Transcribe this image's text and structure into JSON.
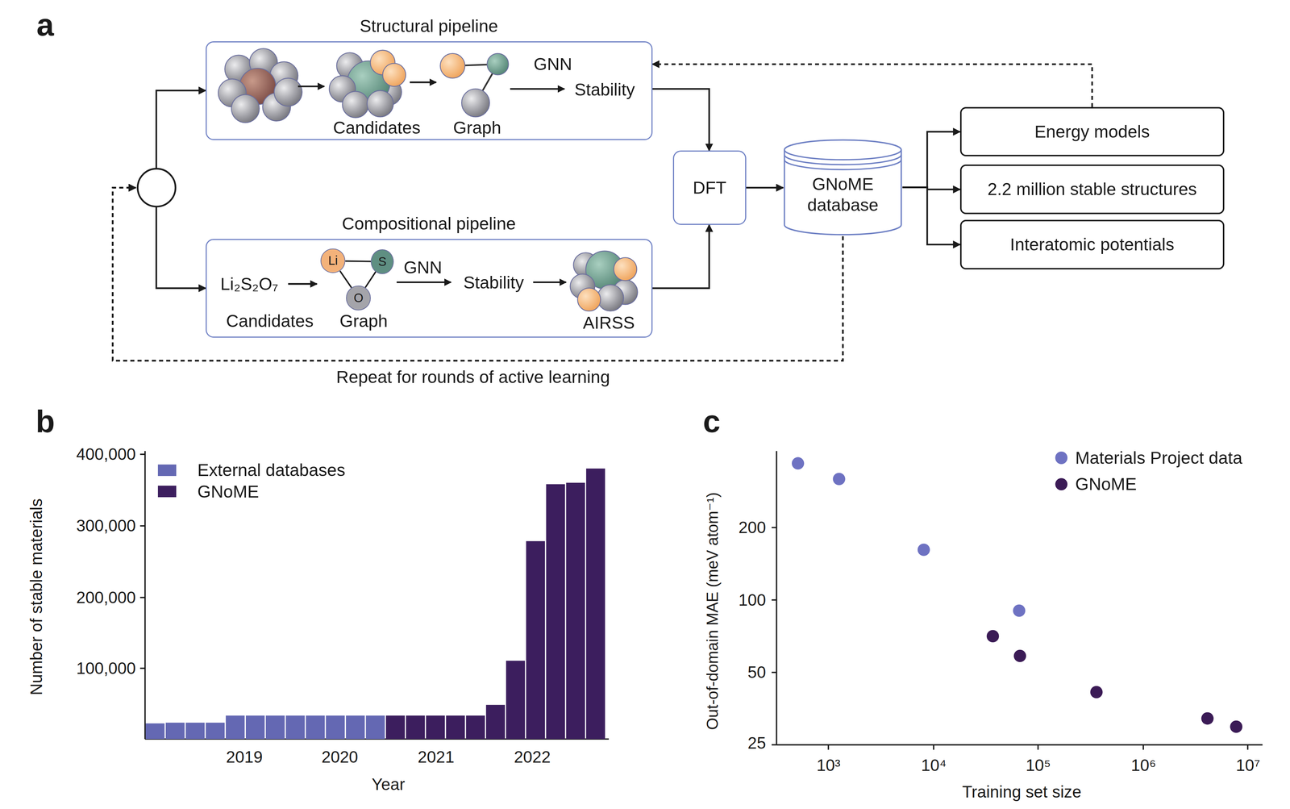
{
  "diagram": {
    "nodes": [
      {
        "text": [
          "Structural pipeline"
        ]
      },
      {
        "text": [
          "Compositional pipeline"
        ]
      },
      {
        "text": [
          "DFT"
        ]
      },
      {
        "text": [
          "GNoME database"
        ]
      },
      {
        "text": [
          "Energy models"
        ]
      },
      {
        "text": [
          "2.2 million stable structures"
        ]
      },
      {
        "text": [
          "Interatomic potentials"
        ]
      },
      {
        "text": [
          "Li"
        ],
        "in": 1
      },
      {
        "text": [
          "S"
        ],
        "in": 1
      },
      {
        "text": [
          "O"
        ],
        "in": 1
      }
    ],
    "edges": [
      {
        "from": 0,
        "to": 2,
        "arrow": "to"
      },
      {
        "from": 1,
        "to": 2,
        "arrow": "to"
      },
      {
        "from": 2,
        "to": 3,
        "arrow": "to"
      },
      {
        "from": 3,
        "to": 4,
        "arrow": "to"
      },
      {
        "from": 3,
        "to": 5,
        "arrow": "to"
      },
      {
        "from": 3,
        "to": 6,
        "arrow": "to"
      },
      {
        "from": 4,
        "to": 0,
        "arrow": "to"
      },
      {
        "from": 3,
        "to": 0,
        "arrow": "to"
      },
      {
        "from": 3,
        "to": 1,
        "label": "Repeat for rounds of active learning",
        "arrow": "to"
      },
      {
        "from": 7,
        "to": 8,
        "arrow": "none"
      },
      {
        "from": 7,
        "to": 9,
        "arrow": "none"
      },
      {
        "from": 8,
        "to": 9,
        "arrow": "none"
      }
    ],
    "labels": [
      "a",
      "Candidates",
      "Graph",
      "GNN",
      "Stability",
      "Li₂S₂O₇",
      "Candidates",
      "Graph",
      "GNN",
      "Stability",
      "AIRSS",
      "b",
      "400,000",
      "300,000",
      "200,000",
      "100,000",
      "2019",
      "2020",
      "2021",
      "2022",
      "Year",
      "Number of stable materials",
      "c",
      "200",
      "100",
      "50",
      "25",
      "10³",
      "10⁴",
      "10⁵",
      "10⁶",
      "10⁷",
      "Training set size",
      "Out-of-domain MAE (meV atom⁻¹)"
    ],
    "legend": [
      {
        "text": "External databases",
        "color": "#6468b3"
      },
      {
        "text": "GNoME",
        "color": "#3c1e5e"
      },
      {
        "text": "Materials Project data",
        "color": "#6e72c2"
      },
      {
        "text": "GNoME",
        "color": "#3b1b56"
      }
    ]
  }
}
